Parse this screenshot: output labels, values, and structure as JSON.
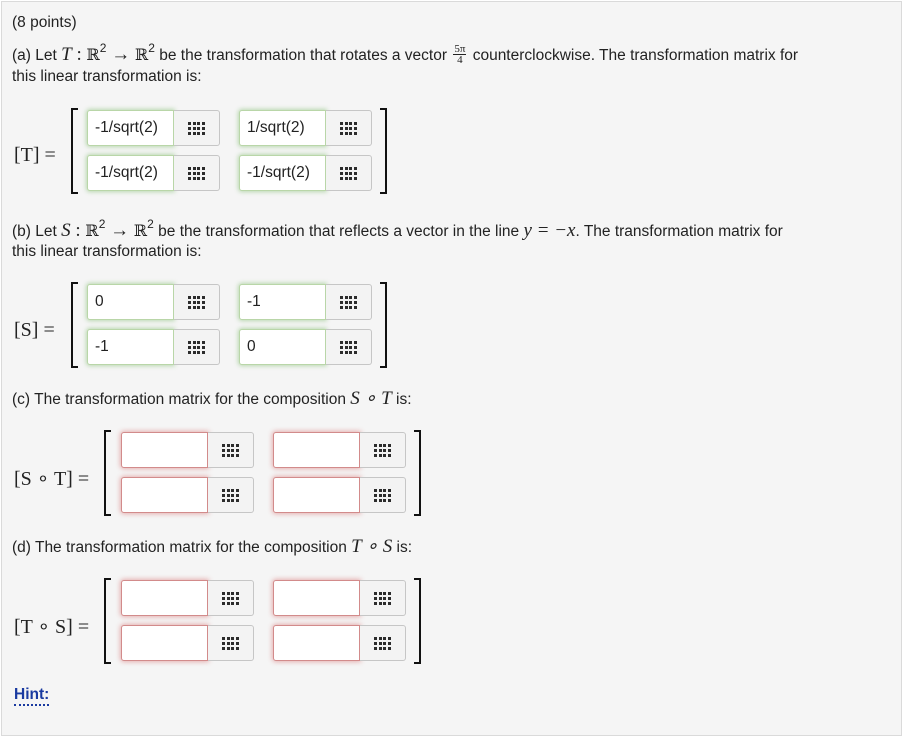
{
  "points": "(8 points)",
  "part_a": {
    "prefix": "(a) Let ",
    "T": "T",
    "colon": " : ",
    "R": "ℝ",
    "exp": "2",
    "arrow": " → ",
    "mid": " be the transformation that rotates a vector ",
    "frac_num": "5π",
    "frac_den": "4",
    "suffix": " counterclockwise. The transformation matrix for",
    "line2": "this linear transformation is:",
    "lhs": "[T] ="
  },
  "part_b": {
    "prefix": "(b) Let ",
    "S": "S",
    "colon": " : ",
    "R": "ℝ",
    "exp": "2",
    "arrow": " → ",
    "mid": " be the transformation that reflects a vector in the line ",
    "eq": "y = −x",
    "suffix": ". The transformation matrix for",
    "line2": "this linear transformation is:",
    "lhs": "[S] ="
  },
  "part_c": {
    "prefix": "(c) The transformation matrix for the composition ",
    "comp": "S ∘ T",
    "suffix": " is:",
    "lhs": "[S ∘ T] ="
  },
  "part_d": {
    "prefix": "(d) The transformation matrix for the composition ",
    "comp": "T ∘ S",
    "suffix": " is:",
    "lhs": "[T ∘ S] ="
  },
  "matrices": {
    "T": {
      "a11": "-1/sqrt(2)",
      "a12": "1/sqrt(2)",
      "a21": "-1/sqrt(2)",
      "a22": "-1/sqrt(2)"
    },
    "S": {
      "a11": "0",
      "a12": "-1",
      "a21": "-1",
      "a22": "0"
    },
    "ST": {
      "a11": "",
      "a12": "",
      "a21": "",
      "a22": ""
    },
    "TS": {
      "a11": "",
      "a12": "",
      "a21": "",
      "a22": ""
    }
  },
  "palette_icon": "grid-icon",
  "hint": "Hint:",
  "colors": {
    "correct_glow": "#b9d6a8",
    "incorrect_glow": "#d28b8b",
    "hint_link": "#1a3aa0"
  }
}
